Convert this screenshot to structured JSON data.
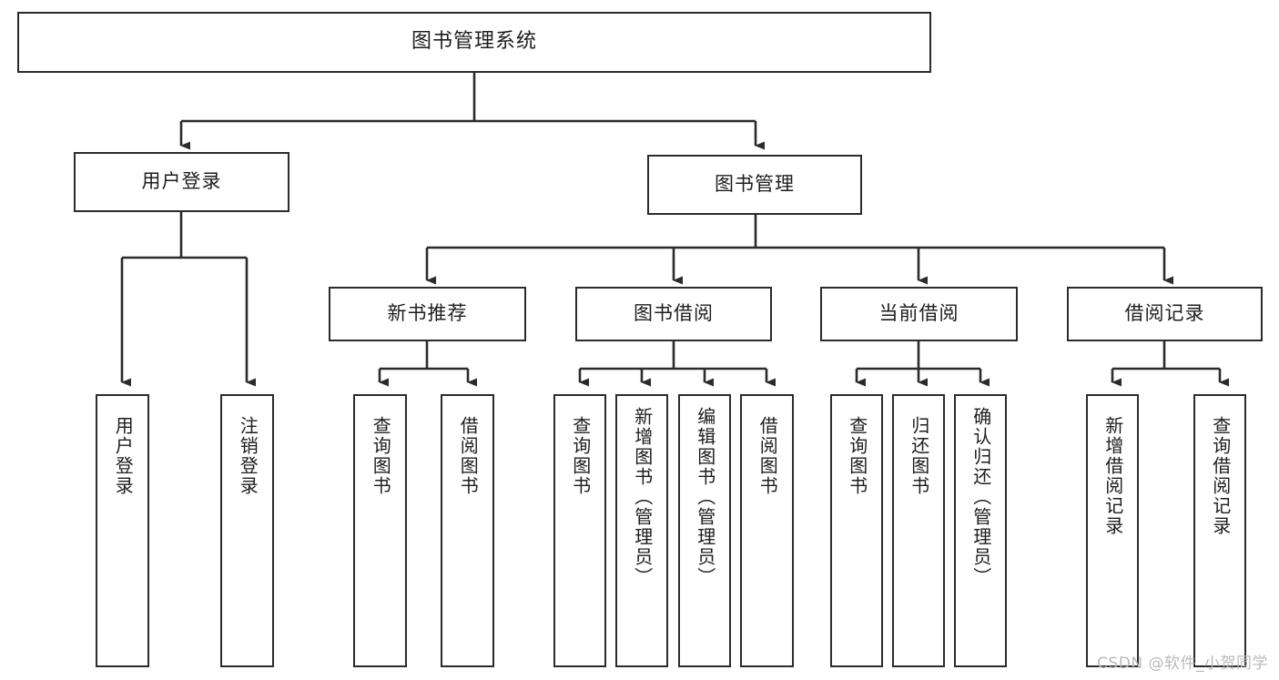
{
  "diagram": {
    "title": "图书管理系统",
    "root": {
      "label": "图书管理系统"
    },
    "level2": [
      {
        "label": "用户登录"
      },
      {
        "label": "图书管理"
      }
    ],
    "level3": [
      {
        "label": "新书推荐"
      },
      {
        "label": "图书借阅"
      },
      {
        "label": "当前借阅"
      },
      {
        "label": "借阅记录"
      }
    ],
    "leaves": {
      "user_login": [
        {
          "label": "用户登录"
        },
        {
          "label": "注销登录"
        }
      ],
      "new_book_recommend": [
        {
          "label": "查询图书"
        },
        {
          "label": "借阅图书"
        }
      ],
      "book_borrow": [
        {
          "label": "查询图书"
        },
        {
          "label": "新增图书（管理员）"
        },
        {
          "label": "编辑图书（管理员）"
        },
        {
          "label": "借阅图书"
        }
      ],
      "current_borrow": [
        {
          "label": "查询图书"
        },
        {
          "label": "归还图书"
        },
        {
          "label": "确认归还（管理员）"
        }
      ],
      "borrow_record": [
        {
          "label": "新增借阅记录"
        },
        {
          "label": "查询借阅记录"
        }
      ]
    }
  },
  "watermark": {
    "text": "CSDN @软件_小贺同学"
  },
  "colors": {
    "stroke": "#2b2b2b",
    "text": "#1d1d1d",
    "background": "#ffffff",
    "watermark": "#b9b9b9"
  }
}
